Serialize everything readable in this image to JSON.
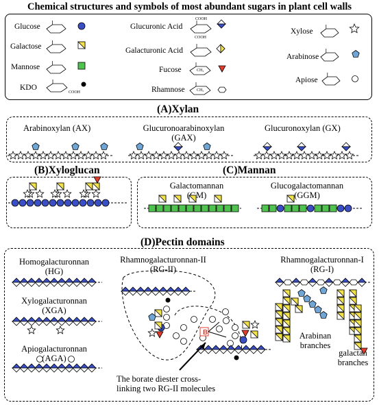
{
  "title": "Chemical structures and symbols of most abundant sugars in plant cell walls",
  "legend": {
    "glucose": "Glucose",
    "galactose": "Galactose",
    "mannose": "Mannose",
    "kdo": "KDO",
    "glucuronic": "Glucuronic Acid",
    "galacturonic": "Galacturonic Acid",
    "fucose": "Fucose",
    "rhamnose": "Rhamnose",
    "xylose": "Xylose",
    "arabinose": "Arabinose",
    "apiose": "Apiose",
    "cooh": "COOH",
    "ch3": "CH₃"
  },
  "colors": {
    "blue": "#3b4fc4",
    "yellow": "#f2e24a",
    "green": "#4fc24f",
    "red": "#e23c2c",
    "lightblue": "#6fa6d6"
  },
  "sections": {
    "xylan": {
      "heading": "(A)Xylan",
      "ax": "Arabinoxylan (AX)",
      "gax1": "Glucuronoarabinoxylan",
      "gax2": "(GAX)",
      "gx": "Glucuronoxylan (GX)"
    },
    "xyloglucan": {
      "heading": "(B)Xyloglucan"
    },
    "mannan": {
      "heading": "(C)Mannan",
      "gm1": "Galactomannan",
      "gm2": "(GM)",
      "ggm1": "Glucogalactomannan",
      "ggm2": "(GGM)"
    },
    "pectin": {
      "heading": "(D)Pectin domains",
      "hg1": "Homogalacturonnan",
      "hg2": "(HG)",
      "xga1": "Xylogalacturonnan",
      "xga2": "(XGA)",
      "aga1": "Apiogalacturonnan",
      "aga2": "(AGA)",
      "rg2a": "Rhamnogalacturonnan-II",
      "rg2b": "(RG-II)",
      "rg1a": "Rhamnogalacturonnan-I",
      "rg1b": "(RG-I)",
      "boron": "B",
      "arab1": "Arabinan",
      "arab2": "branches",
      "gal1": "galactan",
      "gal2": "branches",
      "borate1": "The borate diester cross-",
      "borate2": "linking two RG-II molecules"
    }
  }
}
